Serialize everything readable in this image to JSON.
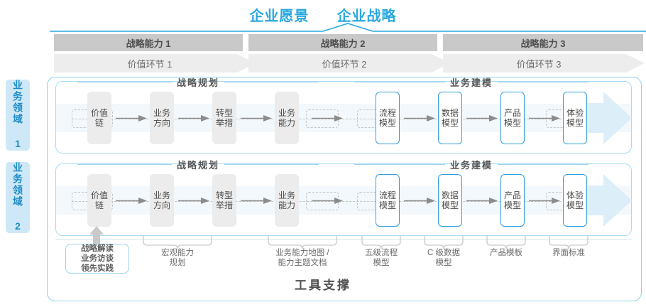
{
  "title": {
    "left": "企业愿景",
    "right": "企业战略"
  },
  "capability_bar": [
    {
      "label": "战略能力 1"
    },
    {
      "label": "战略能力 2"
    },
    {
      "label": "战略能力 3"
    }
  ],
  "value_bar": [
    {
      "label": "价值环节 1"
    },
    {
      "label": "价值环节 2"
    },
    {
      "label": "价值环节 3"
    }
  ],
  "side_labels": [
    {
      "label": "业务领域 1"
    },
    {
      "label": "业务领域 2"
    }
  ],
  "groups": {
    "planning": "战略规划",
    "modeling": "业务建模"
  },
  "nodes": [
    {
      "label": "价值链",
      "style": "gray"
    },
    {
      "label": "业务方向",
      "style": "gray"
    },
    {
      "label": "转型举措",
      "style": "gray"
    },
    {
      "label": "业务能力",
      "style": "gray"
    },
    {
      "label": "流程模型",
      "style": "blue"
    },
    {
      "label": "数据模型",
      "style": "blue"
    },
    {
      "label": "产品模型",
      "style": "blue"
    },
    {
      "label": "体验模型",
      "style": "blue"
    }
  ],
  "tool_box": {
    "lines": [
      "战略解读",
      "业务访谈",
      "领先实践"
    ]
  },
  "bottom_labels": [
    {
      "lines": [
        "宏观能力",
        "规划"
      ]
    },
    {
      "lines": [
        "业务能力地图 /",
        "能力主题文档"
      ]
    },
    {
      "lines": [
        "五级流程",
        "模型"
      ]
    },
    {
      "lines": [
        "C 级数据",
        "模型"
      ]
    },
    {
      "lines": [
        "产品模板"
      ]
    },
    {
      "lines": [
        "界面标准"
      ]
    }
  ],
  "footer": {
    "label": "工具支撑"
  },
  "colors": {
    "accent": "#29A8DF",
    "node_blue_border": "#2F9FDC",
    "node_gray_bg": "#ECECEC",
    "cap_bar_bg": "#C9C9C9",
    "val_bar_bg": "#EDEDED",
    "side_label_bg": "#CFE8F7",
    "lane_band": "#F2F8FC"
  }
}
